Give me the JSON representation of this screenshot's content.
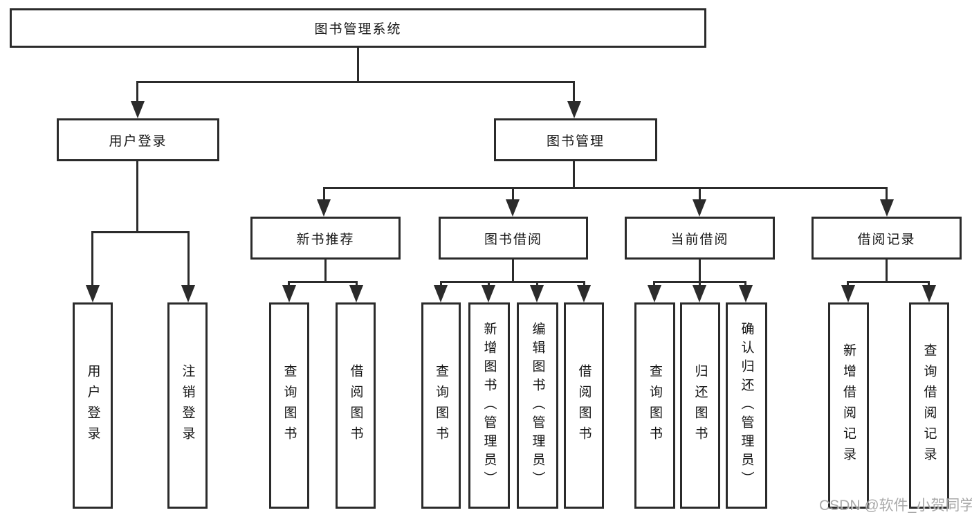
{
  "diagram": {
    "title": "图书管理系统",
    "root": {
      "label": "图书管理系统"
    },
    "level2": [
      {
        "label": "用户登录"
      },
      {
        "label": "图书管理"
      }
    ],
    "level3": [
      {
        "label": "新书推荐"
      },
      {
        "label": "图书借阅"
      },
      {
        "label": "当前借阅"
      },
      {
        "label": "借阅记录"
      }
    ],
    "leaves": [
      {
        "label": "用户登录"
      },
      {
        "label": "注销登录"
      },
      {
        "label": "查询图书"
      },
      {
        "label": "借阅图书"
      },
      {
        "label": "查询图书"
      },
      {
        "label": "新增图书（管理员）"
      },
      {
        "label": "编辑图书（管理员）"
      },
      {
        "label": "借阅图书"
      },
      {
        "label": "查询图书"
      },
      {
        "label": "归还图书"
      },
      {
        "label": "确认归还（管理员）"
      },
      {
        "label": "新增借阅记录"
      },
      {
        "label": "查询借阅记录"
      }
    ],
    "watermark": "CSDN @软件_小贺同学",
    "colors": {
      "line": "#2b2b2b",
      "text": "#151515",
      "watermark": "#9b9b9b",
      "background": "#ffffff"
    }
  }
}
